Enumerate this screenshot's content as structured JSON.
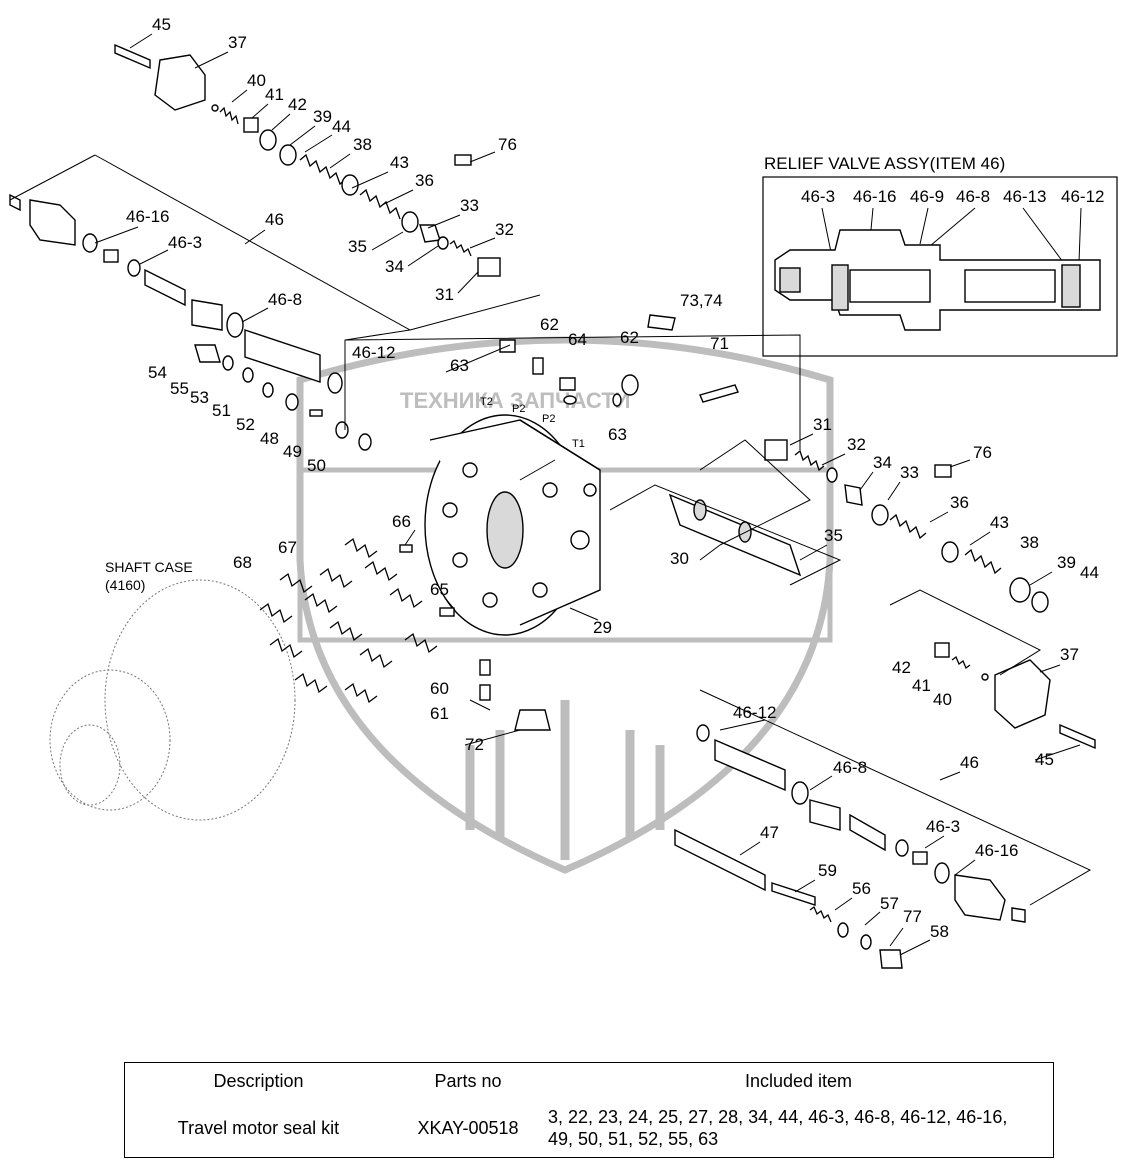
{
  "inset": {
    "title": "RELIEF VALVE ASSY(ITEM 46)",
    "labels": [
      "46-3",
      "46-16",
      "46-9",
      "46-8",
      "46-13",
      "46-12"
    ]
  },
  "diagram": {
    "shaft_case": "SHAFT CASE",
    "shaft_case_no": "(4160)",
    "port_labels": [
      "T2",
      "P2",
      "P2",
      "T1"
    ],
    "watermark_text": "ТЕХНИКА ЗАПЧАСТИ",
    "callouts": [
      "45",
      "37",
      "40",
      "41",
      "42",
      "39",
      "44",
      "38",
      "43",
      "36",
      "35",
      "34",
      "33",
      "32",
      "31",
      "76",
      "46-16",
      "46-3",
      "46",
      "46-8",
      "54",
      "55",
      "53",
      "51",
      "52",
      "48",
      "46-12",
      "49",
      "50",
      "62",
      "64",
      "63",
      "62",
      "73,74",
      "71",
      "63",
      "31",
      "32",
      "34",
      "33",
      "76",
      "36",
      "35",
      "43",
      "38",
      "39",
      "44",
      "30",
      "66",
      "68",
      "67",
      "65",
      "29",
      "60",
      "61",
      "72",
      "46-12",
      "47",
      "46-8",
      "59",
      "56",
      "57",
      "77",
      "58",
      "46-3",
      "46-16",
      "46",
      "42",
      "41",
      "40",
      "37",
      "45"
    ]
  },
  "table": {
    "headers": [
      "Description",
      "Parts no",
      "Included item"
    ],
    "row": {
      "description": "Travel motor seal kit",
      "parts_no": "XKAY-00518",
      "included_line1": "3, 22, 23, 24, 25, 27, 28, 34, 44, 46-3, 46-8, 46-12, 46-16,",
      "included_line2": "49, 50, 51, 52, 55, 63"
    }
  }
}
